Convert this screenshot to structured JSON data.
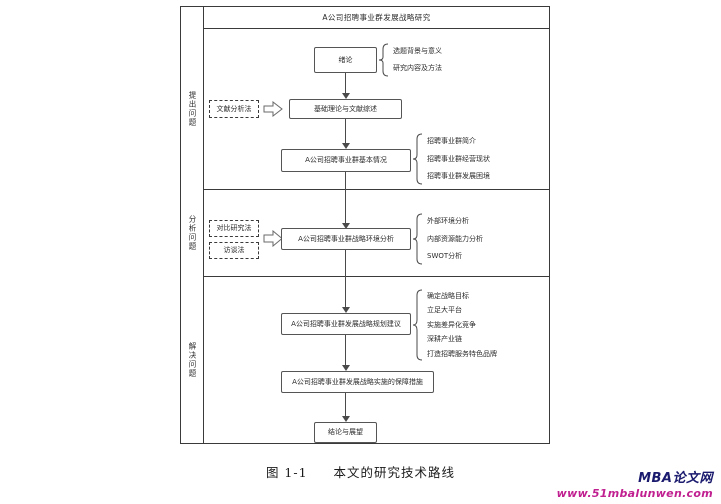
{
  "figure": {
    "title": "A公司招聘事业群发展战略研究",
    "caption_number": "图 1-1",
    "caption_text": "本文的研究技术路线"
  },
  "stages": [
    {
      "id": "stage-propose",
      "label": "提出问题"
    },
    {
      "id": "stage-analyze",
      "label": "分析问题"
    },
    {
      "id": "stage-solve",
      "label": "解决问题"
    }
  ],
  "methods": [
    {
      "id": "method-literature",
      "label": "文献分析法"
    },
    {
      "id": "method-comparative",
      "label": "对比研究法"
    },
    {
      "id": "method-interview",
      "label": "访谈法"
    }
  ],
  "nodes": {
    "intro": "绪论",
    "theory": "基础理论与文献综述",
    "basics": "A公司招聘事业群基本情况",
    "environment": "A公司招聘事业群战略环境分析",
    "planning": "A公司招聘事业群发展战略规划建议",
    "safeguard": "A公司招聘事业群发展战略实施的保障措施",
    "conclusion": "结论与展望"
  },
  "bullet_groups": {
    "intro": [
      "选题背景与意义",
      "研究内容及方法"
    ],
    "basics": [
      "招聘事业群简介",
      "招聘事业群经营现状",
      "招聘事业群发展困境"
    ],
    "environment": [
      "外部环境分析",
      "内部资源能力分析",
      "SWOT分析"
    ],
    "planning": [
      "确定战略目标",
      "立足大平台",
      "实施差异化竞争",
      "深耕产业链",
      "打造招聘服务特色品牌"
    ]
  },
  "watermark": {
    "brand": "MBA论文网",
    "url": "www.51mbalunwen.com"
  }
}
